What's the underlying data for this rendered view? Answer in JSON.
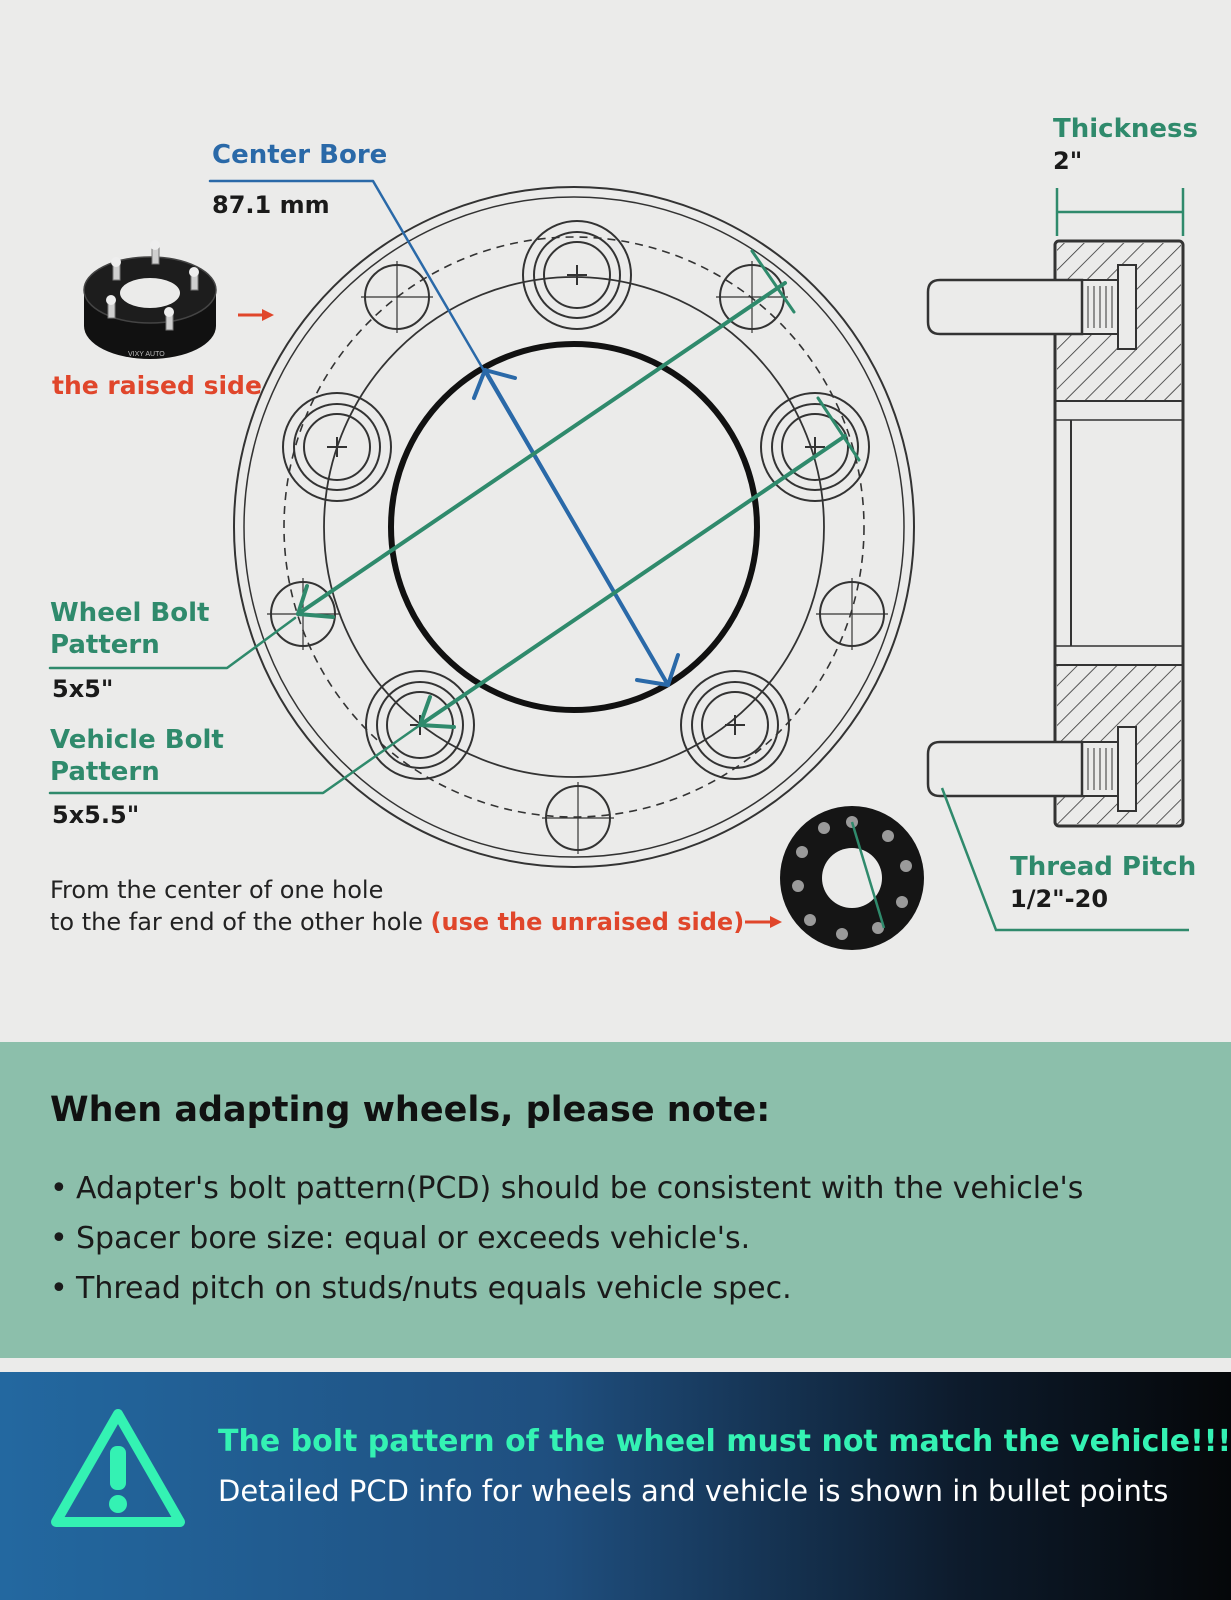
{
  "diagram": {
    "center_bore": {
      "label": "Center Bore",
      "value": "87.1 mm"
    },
    "thickness": {
      "label": "Thickness",
      "value": "2\""
    },
    "raised_side": {
      "label": "the raised side"
    },
    "wheel_bolt_pattern": {
      "label_line1": "Wheel Bolt",
      "label_line2": "Pattern",
      "value": "5x5\""
    },
    "vehicle_bolt_pattern": {
      "label_line1": "Vehicle Bolt",
      "label_line2": "Pattern",
      "value": "5x5.5\""
    },
    "thread_pitch": {
      "label": "Thread Pitch",
      "value": "1/2\"-20"
    },
    "measure_note": {
      "line1": "From the center of one hole",
      "line2": "to the far end of the other hole",
      "highlight": "(use the unraised side)"
    },
    "spacer_brand": "VIXY AUTO",
    "colors": {
      "blue": "#2a69a8",
      "green": "#2f8a6c",
      "red": "#e0462b"
    }
  },
  "notes": {
    "title": "When adapting wheels, please note:",
    "items": [
      "Adapter's bolt pattern(PCD) should be consistent with the vehicle's",
      "Spacer bore size: equal or exceeds vehicle's.",
      "Thread pitch on studs/nuts equals vehicle spec."
    ]
  },
  "warning": {
    "title": "The bolt pattern of the wheel must not match the vehicle!!!",
    "subtitle": "Detailed PCD info for wheels and vehicle is shown in bullet points",
    "icon": "warning-triangle-icon",
    "accent": "#34f2b3"
  }
}
